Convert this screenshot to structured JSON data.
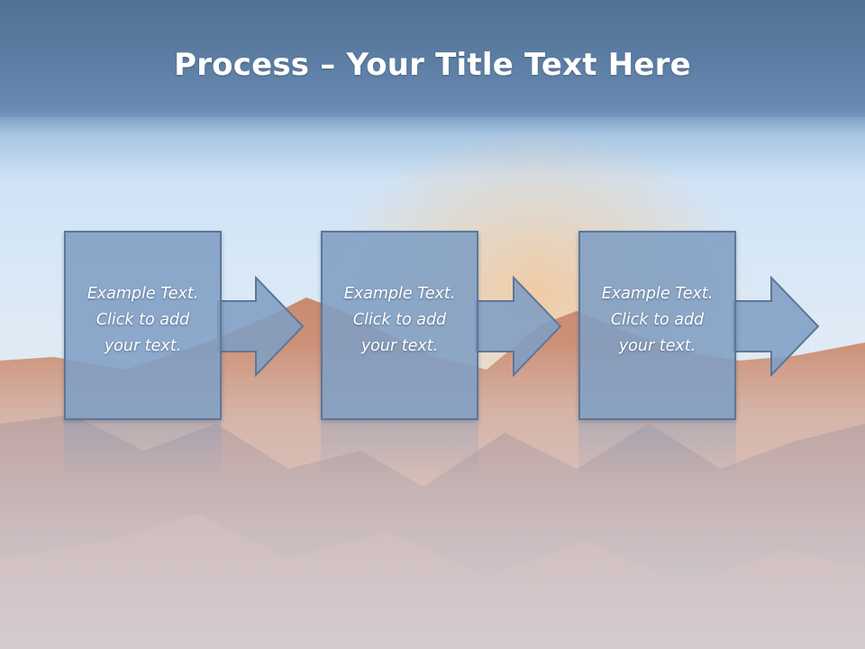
{
  "slide": {
    "title_bold": "Process",
    "title_rest": " – Your Title Text Here",
    "steps": [
      {
        "line1": "Example Text.",
        "line2": "Click  to add",
        "line3": "your text."
      },
      {
        "line1": "Example Text.",
        "line2": "Click  to add",
        "line3": "your text."
      },
      {
        "line1": "Example Text.",
        "line2": "Click  to add",
        "line3": "your text."
      }
    ]
  },
  "colors": {
    "box_fill": "#809ec4",
    "box_border": "#5d7798",
    "title_text": "#ffffff"
  },
  "icons": {
    "arrow": "right-arrow-icon"
  }
}
